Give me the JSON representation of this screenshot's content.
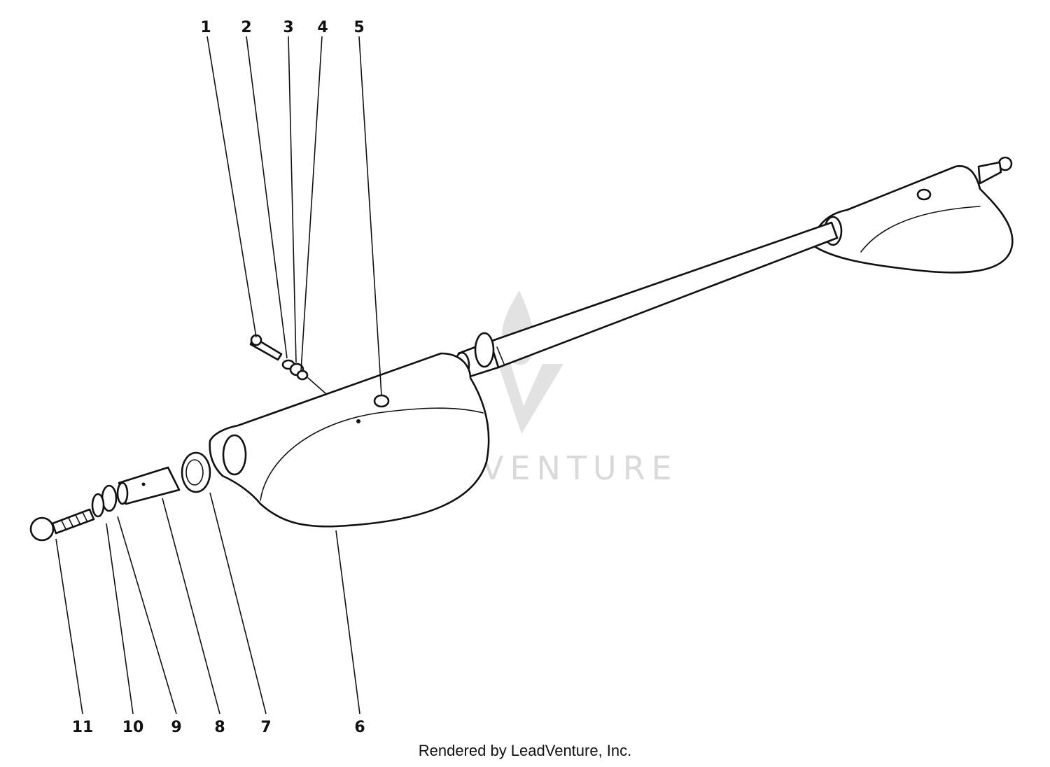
{
  "diagram": {
    "callouts": [
      {
        "id": "1",
        "label": "1"
      },
      {
        "id": "2",
        "label": "2"
      },
      {
        "id": "3",
        "label": "3"
      },
      {
        "id": "4",
        "label": "4"
      },
      {
        "id": "5",
        "label": "5"
      },
      {
        "id": "6",
        "label": "6"
      },
      {
        "id": "7",
        "label": "7"
      },
      {
        "id": "8",
        "label": "8"
      },
      {
        "id": "9",
        "label": "9"
      },
      {
        "id": "10",
        "label": "10"
      },
      {
        "id": "11",
        "label": "11"
      }
    ]
  },
  "watermark": {
    "text": "LEADVENTURE",
    "icon": "leadventure-flame-logo"
  },
  "footer": {
    "credit": "Rendered by LeadVenture, Inc."
  }
}
